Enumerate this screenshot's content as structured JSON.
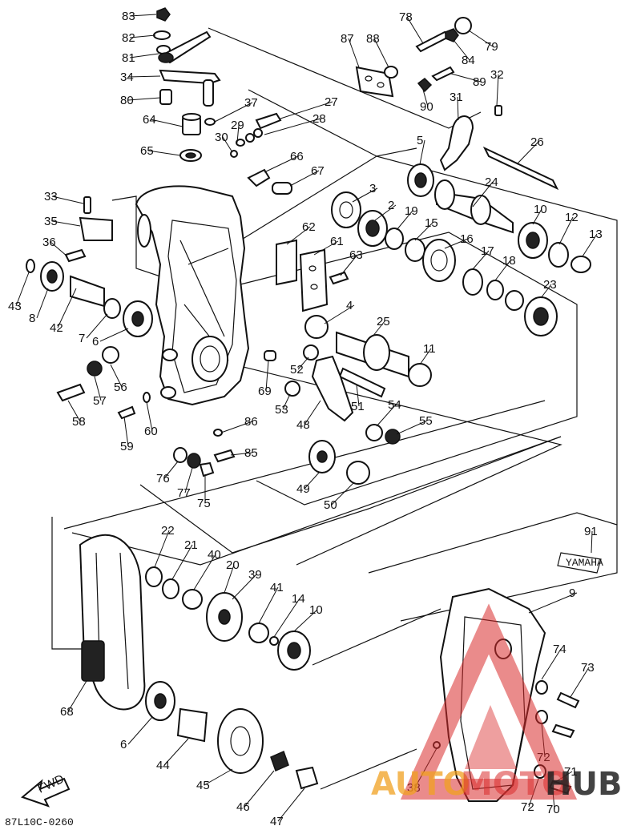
{
  "diagram": {
    "code": "87L10C-0260",
    "fwd_label": "FWD",
    "label_91_tag": "YAMAHA",
    "parts": [
      "83",
      "82",
      "81",
      "34",
      "80",
      "37",
      "27",
      "28",
      "29",
      "30",
      "64",
      "65",
      "66",
      "67",
      "78",
      "79",
      "84",
      "89",
      "87",
      "88",
      "90",
      "31",
      "32",
      "5",
      "26",
      "24",
      "3",
      "2",
      "19",
      "15",
      "16",
      "10",
      "12",
      "13",
      "62",
      "61",
      "63",
      "17",
      "18",
      "23",
      "33",
      "35",
      "36",
      "43",
      "8",
      "42",
      "7",
      "6",
      "4",
      "25",
      "11",
      "52",
      "51",
      "53",
      "48",
      "54",
      "55",
      "56",
      "57",
      "58",
      "59",
      "60",
      "69",
      "86",
      "85",
      "76",
      "77",
      "75",
      "49",
      "50",
      "22",
      "21",
      "40",
      "20",
      "39",
      "41",
      "14",
      "91",
      "9",
      "74",
      "73",
      "68",
      "44",
      "45",
      "46",
      "47",
      "38",
      "72",
      "71",
      "70"
    ]
  },
  "watermark": {
    "brand_part1": "AUTO",
    "brand_part2": "MOTO",
    "brand_part3": "HUB",
    "color_red": "#d92b2b",
    "color_orange": "#f0a020"
  }
}
